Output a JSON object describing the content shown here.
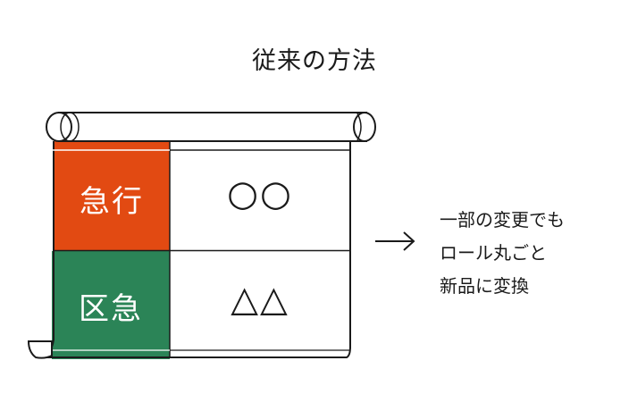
{
  "title": "従来の方法",
  "colors": {
    "express": "#e24a12",
    "semi_express": "#2b8457",
    "line": "#1a1a1a",
    "white": "#ffffff"
  },
  "rows": [
    {
      "label": "急行",
      "value": "○○"
    },
    {
      "label": "区急",
      "value": "△△"
    }
  ],
  "note_lines": [
    "一部の変更でも",
    "ロール丸ごと",
    "新品に変換"
  ],
  "arrow_icon": "right-arrow"
}
